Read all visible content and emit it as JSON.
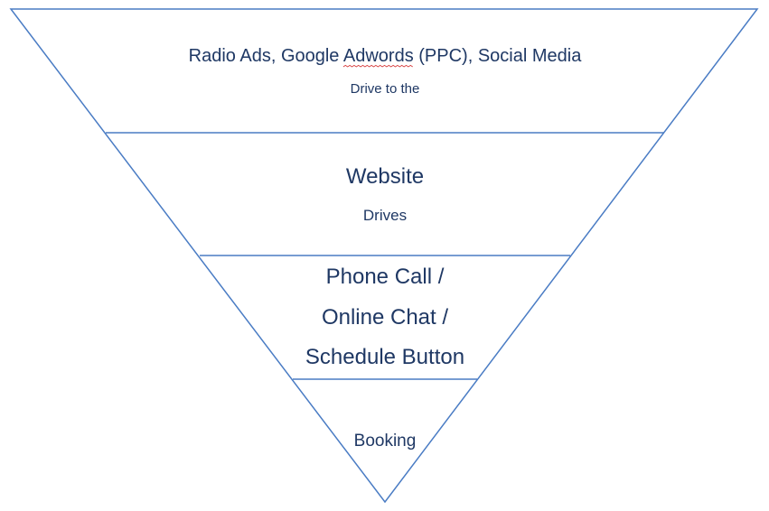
{
  "funnel": {
    "top_label": {
      "before": "Radio Ads, Google ",
      "flagged": "Adwords",
      "after": " (PPC), Social Media"
    },
    "top_sub": "Drive to the",
    "stage2_title": "Website",
    "stage2_sub": "Drives",
    "stage3_line1": "Phone Call /",
    "stage3_line2": "Online Chat /",
    "stage3_line3": "Schedule Button",
    "stage4_label": "Booking",
    "colors": {
      "outline": "#4a7cc4",
      "text": "#1f3864",
      "spellcheck": "#d63a3a"
    }
  }
}
